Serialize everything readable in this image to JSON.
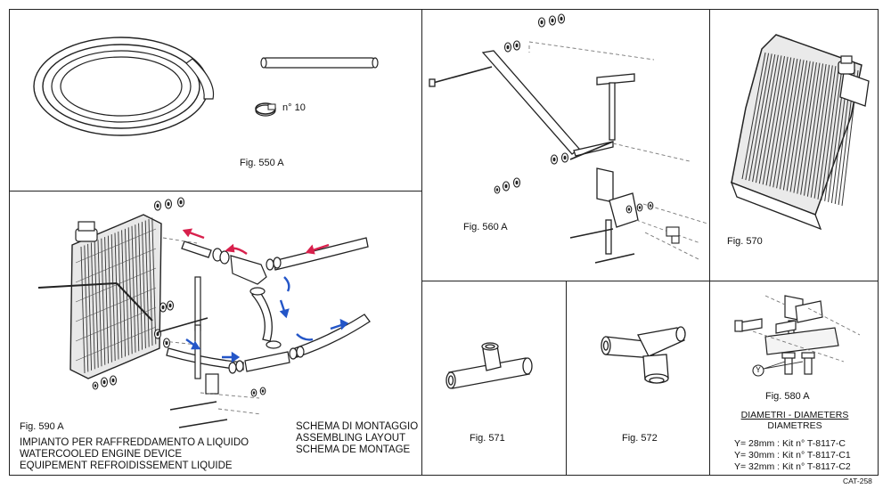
{
  "figures": {
    "fig550": {
      "caption": "Fig. 550 A",
      "clamp_qty": "n° 10"
    },
    "fig560": {
      "caption": "Fig. 560 A"
    },
    "fig570": {
      "caption": "Fig. 570"
    },
    "fig571": {
      "caption": "Fig. 571"
    },
    "fig572": {
      "caption": "Fig. 572"
    },
    "fig580": {
      "caption": "Fig. 580 A",
      "y_marker": "Y",
      "heading_line1": "DIAMETRI - DIAMETERS",
      "heading_line2": "DIAMETRES",
      "kits": [
        "Y= 28mm : Kit n° T-8117-C",
        "Y= 30mm : Kit n° T-8117-C1",
        "Y= 32mm : Kit n° T-8117-C2"
      ]
    },
    "fig590": {
      "caption": "Fig. 590 A",
      "title_lines": [
        "IMPIANTO PER RAFFREDDAMENTO A LIQUIDO",
        "WATERCOOLED ENGINE DEVICE",
        "EQUIPEMENT REFROIDISSEMENT LIQUIDE"
      ],
      "schema_lines": [
        "SCHEMA DI MONTAGGIO",
        "ASSEMBLING LAYOUT",
        "SCHEMA DE MONTAGE"
      ]
    }
  },
  "catalog_code": "CAT-258",
  "colors": {
    "hot_arrow": "#d8204c",
    "cool_arrow": "#2456c8",
    "line": "#222222"
  }
}
